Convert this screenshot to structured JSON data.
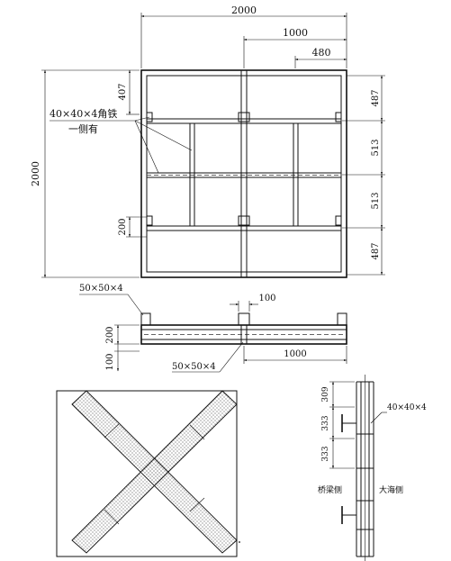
{
  "plan": {
    "dim_total_width": "2000",
    "dim_half_width": "1000",
    "dim_480": "480",
    "dim_total_height": "2000",
    "dim_407": "407",
    "dim_200": "200",
    "dim_487_top": "487",
    "dim_513_a": "513",
    "dim_513_b": "513",
    "dim_487_bottom": "487",
    "angle_label_1": "40×40×4角铁",
    "angle_label_2": "一侧有"
  },
  "section": {
    "label_top": "50×50×4",
    "dim_100_top": "100",
    "dim_200": "200",
    "dim_100_left": "100",
    "label_bottom": "50×50×4",
    "dim_1000": "1000"
  },
  "side": {
    "dim_309": "309",
    "dim_333_a": "333",
    "dim_333_b": "333",
    "label_angle": "40×40×4",
    "label_left_side": "桥梁侧",
    "label_right_side": "大海侧"
  }
}
